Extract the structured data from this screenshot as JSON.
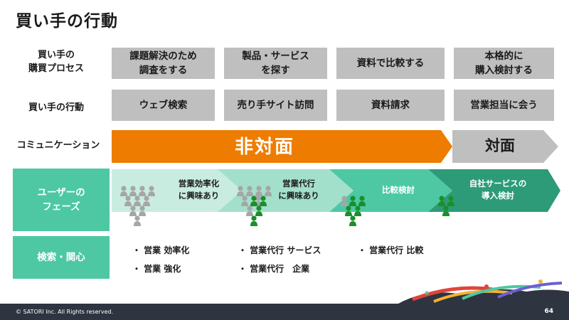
{
  "title": "買い手の行動",
  "row_labels": {
    "process": "買い手の\n購買プロセス",
    "action": "買い手の行動",
    "communication": "コミュニケーション",
    "phase": "ユーザーの\nフェーズ",
    "search": "検索・関心"
  },
  "process_steps": [
    "課題解決のため\n調査をする",
    "製品・サービス\nを探す",
    "資料で比較する",
    "本格的に\n購入検討する"
  ],
  "actions": [
    "ウェブ検索",
    "売り手サイト訪問",
    "資料請求",
    "営業担当に会う"
  ],
  "communication": {
    "remote": "非対面",
    "inperson": "対面"
  },
  "phases": [
    "営業効率化\nに興味あり",
    "営業代行\nに興味あり",
    "比較検討",
    "自社サービスの\n導入検討"
  ],
  "keywords": [
    [
      "・ 営業 効率化",
      "・ 営業 強化"
    ],
    [
      "・ 営業代行 サービス",
      "・ 営業代行　企業"
    ],
    [
      "・ 営業代行 比較"
    ]
  ],
  "colors": {
    "orange": "#ee7c00",
    "gray": "#bfbfbf",
    "teal": "#4dc8a3",
    "dark_teal": "#2e9b78",
    "person_gray": "#a6a6a6",
    "person_green": "#1a8f2a"
  },
  "icons": [
    "person-icon"
  ],
  "footer": {
    "copyright": "© SATORI Inc. All Rights reserved.",
    "page": "64"
  }
}
